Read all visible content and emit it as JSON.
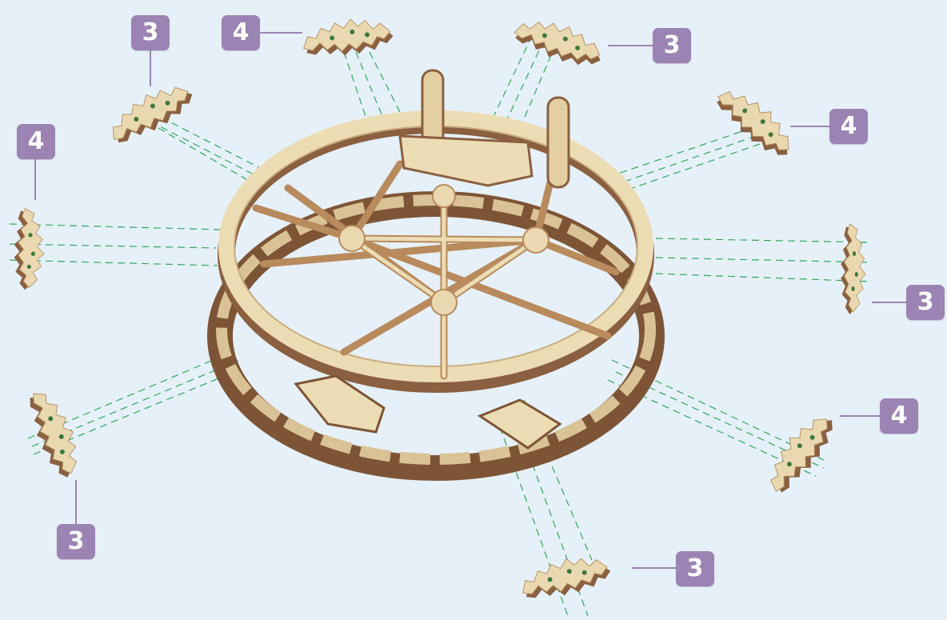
{
  "callouts": {
    "top_left": "3",
    "top_center_left": "4",
    "top_right": "3",
    "right_upper": "4",
    "left_upper": "4",
    "right_middle": "3",
    "left_lower": "3",
    "right_lower": "4",
    "bottom_center": "3"
  },
  "colors": {
    "background": "#e6f0f8",
    "badge": "#9b84b4",
    "badge_text": "#ffffff",
    "wood_light": "#ead9b0",
    "wood_edge": "#8a6040",
    "guide_line": "#2fa85a",
    "leader_line": "#9b84b4"
  },
  "parts": {
    "assembly": "snowflake-ornament-bowl",
    "loose_pieces": "snowflake-segment"
  }
}
